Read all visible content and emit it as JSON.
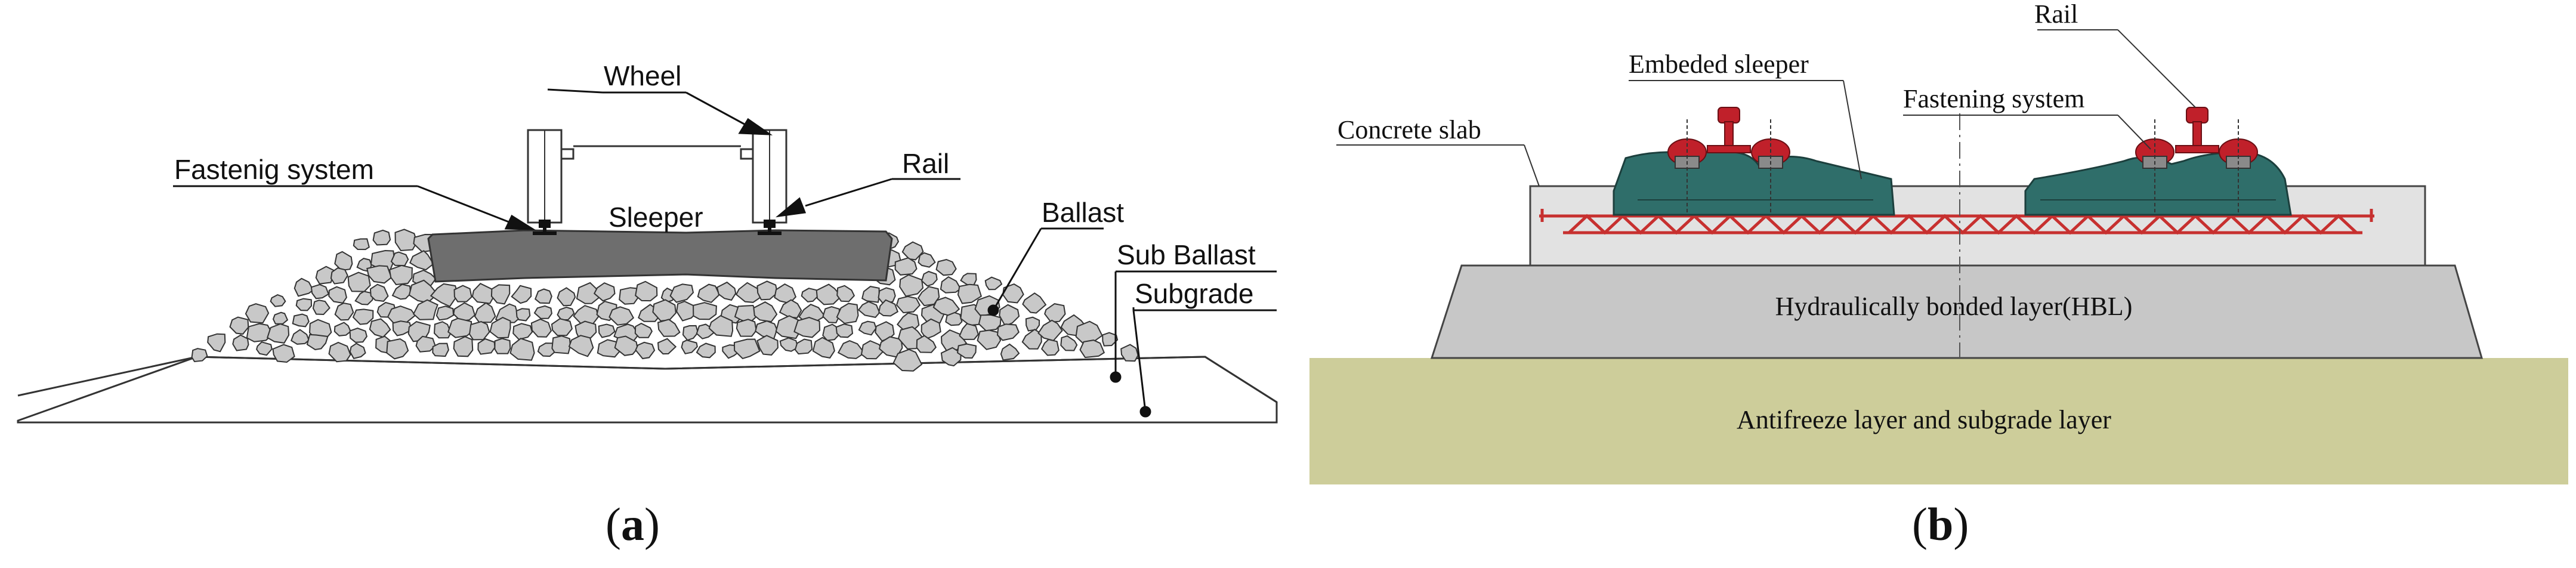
{
  "panel_a": {
    "labels": {
      "wheel": "Wheel",
      "fastening": "Fastenig system",
      "rail": "Rail",
      "sleeper": "Sleeper",
      "ballast": "Ballast",
      "sub_ballast": "Sub Ballast",
      "subgrade": "Subgrade"
    },
    "caption_letter": "a"
  },
  "panel_b": {
    "labels": {
      "rail": "Rail",
      "embedded_sleeper": "Embeded sleeper",
      "fastening": "Fastening system",
      "concrete_slab": "Concrete slab",
      "hbl": "Hydraulically bonded layer(HBL)",
      "antifreeze": "Antifreeze layer and subgrade layer"
    },
    "caption_letter": "b"
  },
  "colors": {
    "ballast_fill": "#c8c8c8",
    "sleeper_fill": "#6e6e6e",
    "slab_fill": "#e2e2e2",
    "hbl_fill": "#c7c7c7",
    "antifreeze_fill": "#cdcd9a",
    "embedded_sleeper_fill": "#2f6e6a",
    "rail_fill": "#c0202a",
    "rebar": "#d33a3a"
  }
}
